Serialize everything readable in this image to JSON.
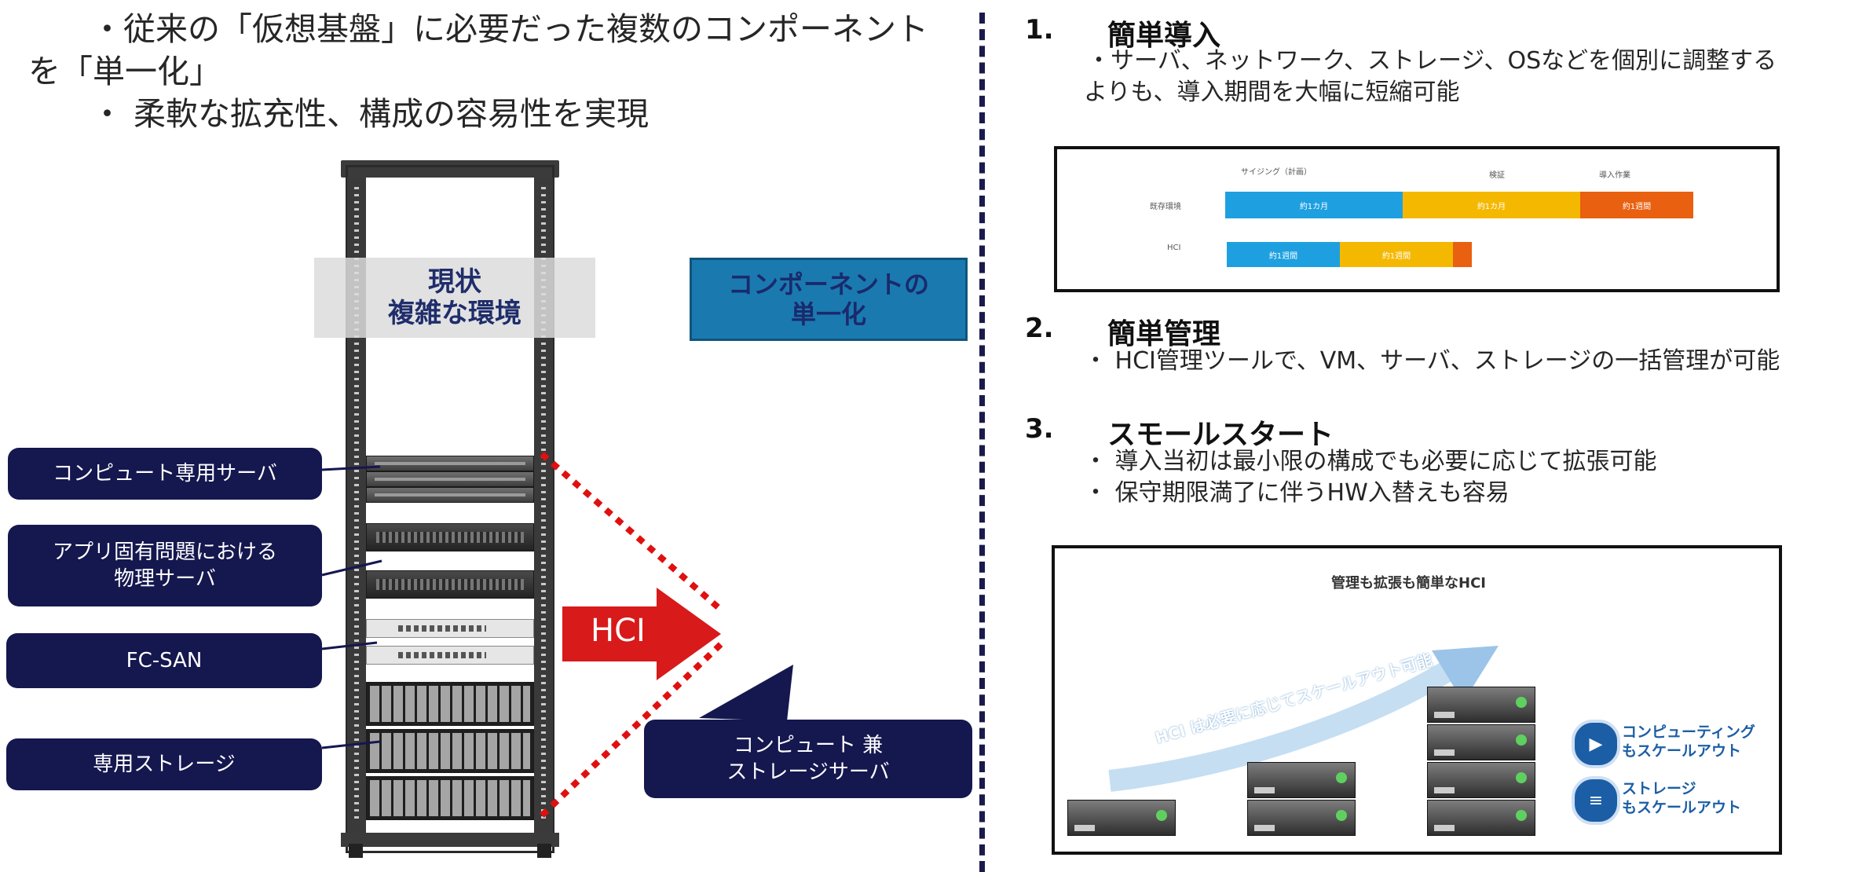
{
  "intro": {
    "line1": "・従来の「仮想基盤」に必要だった複数のコンポーネント",
    "line1b": "を「単一化」",
    "line2": "・ 柔軟な拡充性、構成の容易性を実現"
  },
  "left_diagram": {
    "current_box": {
      "line1": "現状",
      "line2": "複雑な環境"
    },
    "component_box": {
      "line1": "コンポーネントの",
      "line2": "単一化"
    },
    "callouts": {
      "compute_server": "コンピュート専用サーバ",
      "app_server_line1": "アプリ固有問題における",
      "app_server_line2": "物理サーバ",
      "fc_san": "FC-SAN",
      "storage": "専用ストレージ",
      "hci_server_line1": "コンピュート 兼",
      "hci_server_line2": "ストレージサーバ"
    },
    "arrow_label": "HCI"
  },
  "features": [
    {
      "num": "1.",
      "title": "簡単導入",
      "lines": [
        "・サーバ、ネットワーク、ストレージ、OSなどを個別に調整する",
        "よりも、導入期間を大幅に短縮可能"
      ]
    },
    {
      "num": "2.",
      "title": "簡単管理",
      "lines": [
        "・ HCI管理ツールで、VM、サーバ、ストレージの一括管理が可能"
      ]
    },
    {
      "num": "3.",
      "title": "スモールスタート",
      "lines": [
        "・ 導入当初は最小限の構成でも必要に応じて拡張可能",
        "・ 保守期限満了に伴うHW入替えも容易"
      ]
    }
  ],
  "gantt": {
    "headers": [
      "サイジング（計画）",
      "検証",
      "導入作業"
    ],
    "rows": [
      {
        "label": "既存環境",
        "segments": [
          "約1カ月",
          "約1カ月",
          "約1週間"
        ]
      },
      {
        "label": "HCI",
        "segments": [
          "約1週間",
          "約1週間",
          ""
        ]
      }
    ],
    "colors": [
      "#1ea0e0",
      "#f5b800",
      "#e86010"
    ]
  },
  "scale_panel": {
    "title": "管理も拡張も簡単なHCI",
    "arrow_text": "HCI は必要に応じてスケールアウト可能",
    "compute_line1": "コンピューティング",
    "compute_line2": "もスケールアウト",
    "storage_line1": "ストレージ",
    "storage_line2": "もスケールアウト"
  }
}
